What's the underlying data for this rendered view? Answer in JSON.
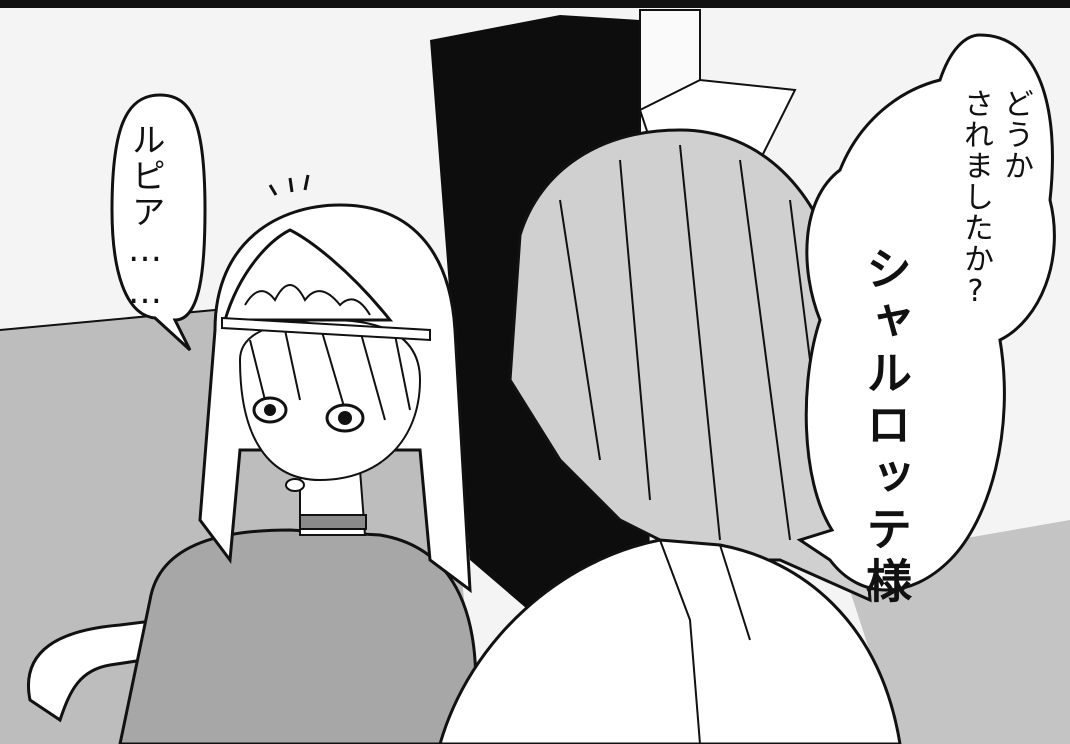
{
  "bubbles": {
    "left": {
      "text": "ルピア……"
    },
    "right_small": {
      "text": "どうか\nされましたか?"
    },
    "right_big": {
      "text": "シャルロッテ様"
    }
  },
  "colors": {
    "ink": "#111111",
    "paper": "#ffffff",
    "floor": "#b9b9b9",
    "wall": "#f2f2f2",
    "tone": "#c9c9c9"
  }
}
